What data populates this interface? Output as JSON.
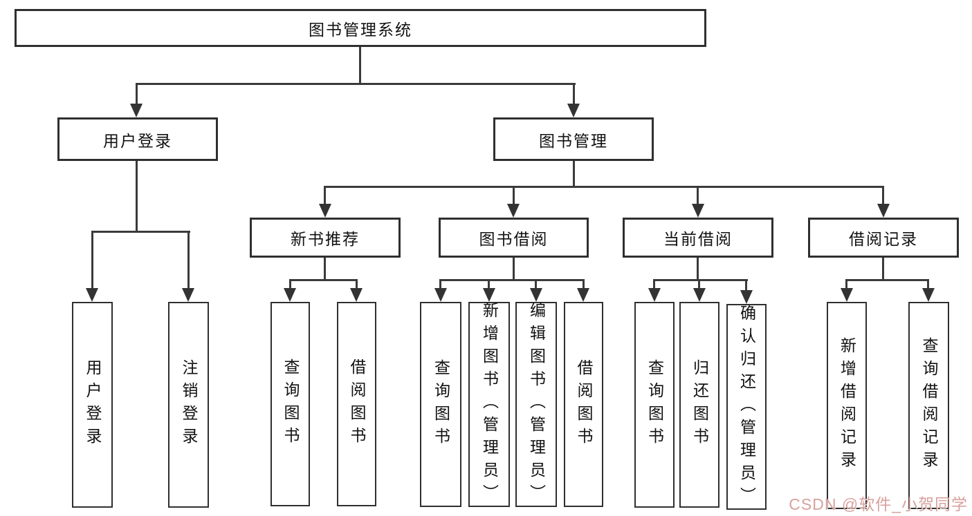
{
  "tree": {
    "root": "图书管理系统",
    "user_login": {
      "label": "用户登录",
      "children": [
        "用户登录",
        "注销登录"
      ]
    },
    "book_mgmt": {
      "label": "图书管理",
      "children": [
        {
          "label": "新书推荐",
          "children": [
            "查询图书",
            "借阅图书"
          ]
        },
        {
          "label": "图书借阅",
          "children": [
            "查询图书",
            "新增图书（管理员）",
            "编辑图书（管理员）",
            "借阅图书"
          ]
        },
        {
          "label": "当前借阅",
          "children": [
            "查询图书",
            "归还图书",
            "确认归还（管理员）"
          ]
        },
        {
          "label": "借阅记录",
          "children": [
            "新增借阅记录",
            "查询借阅记录"
          ]
        }
      ]
    }
  },
  "watermark": {
    "text": "CSDN @软件_小贺同学"
  },
  "colors": {
    "box_border": "#2f2f2f",
    "connector": "#3a3a3a",
    "background": "#ffffff",
    "text": "#111111",
    "watermark": "#c9827c"
  }
}
